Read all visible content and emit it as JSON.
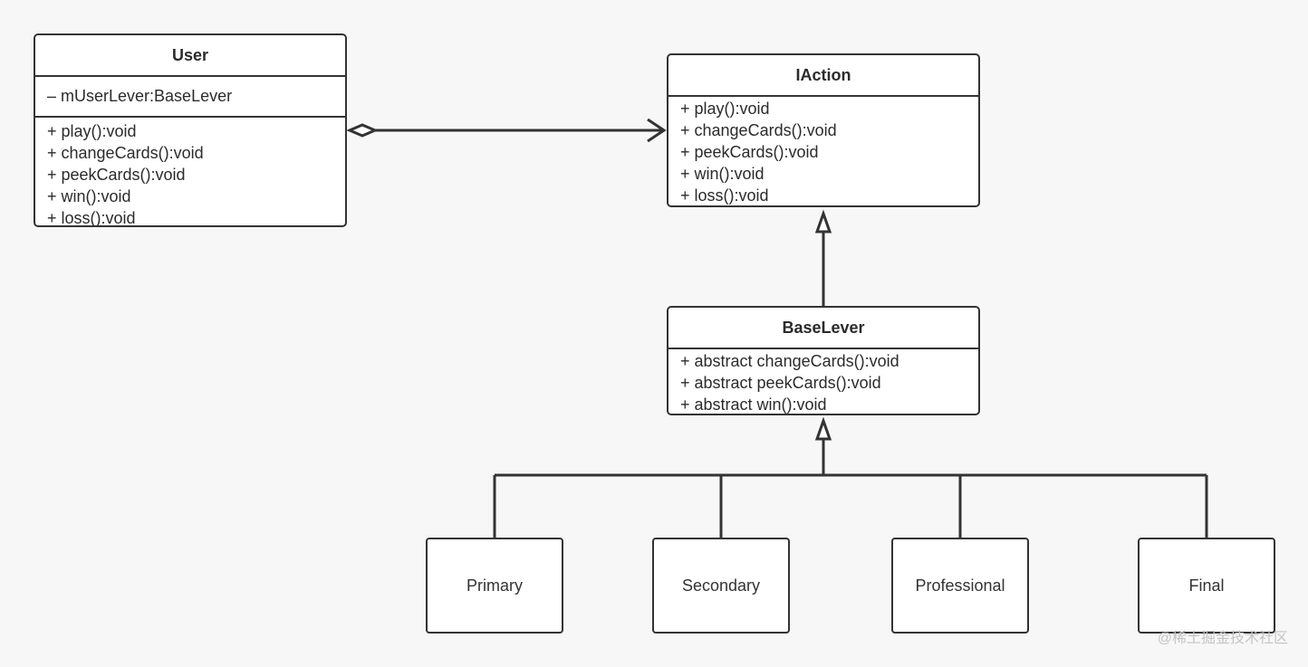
{
  "diagram": {
    "classes": {
      "user": {
        "name": "User",
        "attributes": [
          "– mUserLever:BaseLever"
        ],
        "operations": [
          "+ play():void",
          "+ changeCards():void",
          "+ peekCards():void",
          "+ win():void",
          "+ loss():void"
        ]
      },
      "iaction": {
        "name": "IAction",
        "operations": [
          "+ play():void",
          "+ changeCards():void",
          "+ peekCards():void",
          "+ win():void",
          "+ loss():void"
        ]
      },
      "baselever": {
        "name": "BaseLever",
        "operations": [
          "+ abstract changeCards():void",
          "+ abstract peekCards():void",
          "+ abstract win():void"
        ]
      }
    },
    "leaves": [
      "Primary",
      "Secondary",
      "Professional",
      "Final"
    ],
    "relationships": [
      {
        "from": "User",
        "to": "IAction",
        "type": "aggregation"
      },
      {
        "from": "BaseLever",
        "to": "IAction",
        "type": "realization"
      },
      {
        "from": "Primary",
        "to": "BaseLever",
        "type": "generalization"
      },
      {
        "from": "Secondary",
        "to": "BaseLever",
        "type": "generalization"
      },
      {
        "from": "Professional",
        "to": "BaseLever",
        "type": "generalization"
      },
      {
        "from": "Final",
        "to": "BaseLever",
        "type": "generalization"
      }
    ],
    "colors": {
      "background": "#f7f7f7",
      "stroke": "#333333",
      "box_fill": "#ffffff",
      "watermark": "#c4c4c4"
    }
  },
  "watermark": "@稀土掘金技术社区"
}
